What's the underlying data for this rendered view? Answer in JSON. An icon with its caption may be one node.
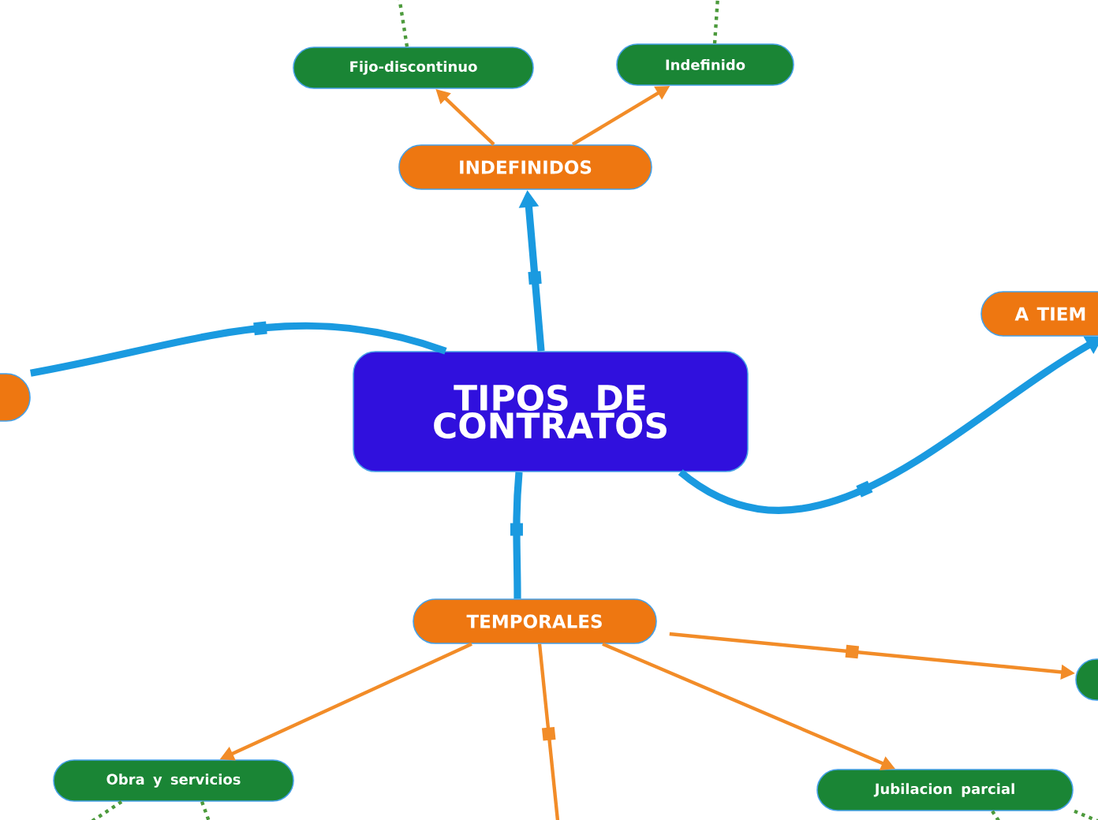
{
  "diagram": {
    "nodes": [
      {
        "text": [
          "TIPOS DE CONTRATOS"
        ]
      },
      {
        "text": [
          "INDEFINIDOS"
        ]
      },
      {
        "text": [
          "Fijo-discontinuo"
        ]
      },
      {
        "text": [
          "Indefinido"
        ]
      },
      {
        "text": [
          "A TIEM"
        ]
      },
      {
        "text": [],
        "shape": "box"
      },
      {
        "text": [
          "TEMPORALES"
        ]
      },
      {
        "text": [],
        "shape": "box"
      },
      {
        "text": [
          "Obra y servicios"
        ]
      },
      {
        "text": [
          "Jubilacion parcial"
        ]
      }
    ],
    "edges": [
      {
        "from": 0,
        "to": 1,
        "arrow": "to",
        "style": "thick",
        "color": "#1a9ae0"
      },
      {
        "from": 0,
        "to": 5,
        "arrow": "none",
        "style": "thick",
        "color": "#1a9ae0"
      },
      {
        "from": 0,
        "to": 4,
        "arrow": "to",
        "style": "thick",
        "color": "#1a9ae0"
      },
      {
        "from": 0,
        "to": 6,
        "arrow": "none",
        "style": "thick",
        "color": "#1a9ae0"
      },
      {
        "from": 1,
        "to": 2,
        "arrow": "to"
      },
      {
        "from": 1,
        "to": 3,
        "arrow": "to"
      },
      {
        "from": 6,
        "to": 8,
        "arrow": "to"
      },
      {
        "from": 6,
        "to": null,
        "arrow": "none"
      },
      {
        "from": 6,
        "to": 9,
        "arrow": "to"
      },
      {
        "from": 6,
        "to": 7,
        "arrow": "to"
      },
      {
        "from": 2,
        "to": null,
        "arrow": "none",
        "style": "dashed",
        "color": "#4c9a3c"
      },
      {
        "from": 3,
        "to": null,
        "arrow": "none",
        "style": "dashed",
        "color": "#4c9a3c"
      },
      {
        "from": 8,
        "to": null,
        "arrow": "none",
        "style": "dashed",
        "color": "#4c9a3c"
      },
      {
        "from": 8,
        "to": null,
        "arrow": "none",
        "style": "dashed",
        "color": "#4c9a3c"
      },
      {
        "from": 9,
        "to": null,
        "arrow": "none",
        "style": "dashed",
        "color": "#4c9a3c"
      },
      {
        "from": 9,
        "to": null,
        "arrow": "none",
        "style": "dashed",
        "color": "#4c9a3c"
      }
    ]
  }
}
